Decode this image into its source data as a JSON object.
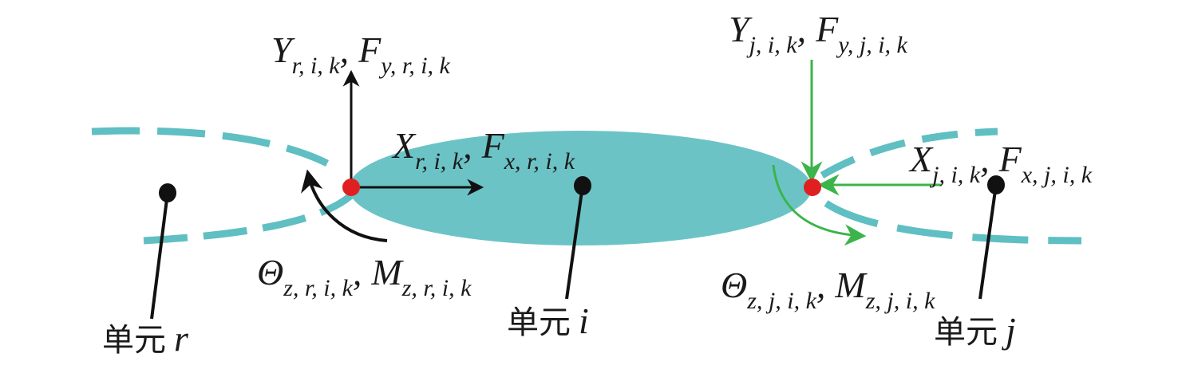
{
  "colors": {
    "element_fill": "#6cc3c6",
    "dashed": "#5fbfc2",
    "node_red": "#e02020",
    "node_black": "#111111",
    "green": "#3bb44a",
    "black": "#111111"
  },
  "labels": {
    "left_y": {
      "parts": [
        {
          "base": "Y",
          "sub": "r, i, k"
        },
        {
          "base": "F",
          "sub": "y, r, i, k"
        }
      ]
    },
    "left_x": {
      "parts": [
        {
          "base": "X",
          "sub": "r, i, k"
        },
        {
          "base": "F",
          "sub": "x, r, i, k"
        }
      ]
    },
    "left_theta": {
      "parts": [
        {
          "base": "Θ",
          "sub": "z, r, i, k"
        },
        {
          "base": "M",
          "sub": "z, r, i, k"
        }
      ]
    },
    "right_y": {
      "parts": [
        {
          "base": "Y",
          "sub": "j, i, k"
        },
        {
          "base": "F",
          "sub": "y, j, i, k"
        }
      ]
    },
    "right_x": {
      "parts": [
        {
          "base": "X",
          "sub": "j, i, k"
        },
        {
          "base": "F",
          "sub": "x, j, i, k"
        }
      ]
    },
    "right_theta": {
      "parts": [
        {
          "base": "Θ",
          "sub": "z, j, i, k"
        },
        {
          "base": "M",
          "sub": "z, j, i, k"
        }
      ]
    }
  },
  "units": {
    "r": {
      "prefix": "单元",
      "var": "r"
    },
    "i": {
      "prefix": "单元",
      "var": "i"
    },
    "j": {
      "prefix": "单元",
      "var": "j"
    }
  }
}
